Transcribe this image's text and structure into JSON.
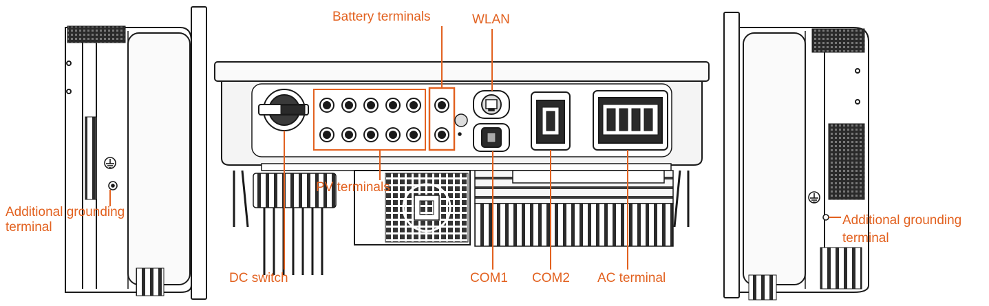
{
  "labels": {
    "battery_terminals": "Battery terminals",
    "wlan": "WLAN",
    "pv_terminals": "PV terminals",
    "dc_switch": "DC switch",
    "com1": "COM1",
    "com2": "COM2",
    "ac_terminal": "AC terminal",
    "left_grounding_line1": "Additional grounding",
    "left_grounding_line2": "terminal",
    "right_grounding_line1": "Additional grounding",
    "right_grounding_line2": "terminal"
  },
  "colors": {
    "annotation": "#e2611f",
    "outline": "#1a1a1a",
    "body_fill": "#f4f4f4",
    "panel_fill": "#ffffff"
  },
  "icons": {
    "grounding": "ground-symbol-icon",
    "network": "ethernet-port-icon"
  }
}
